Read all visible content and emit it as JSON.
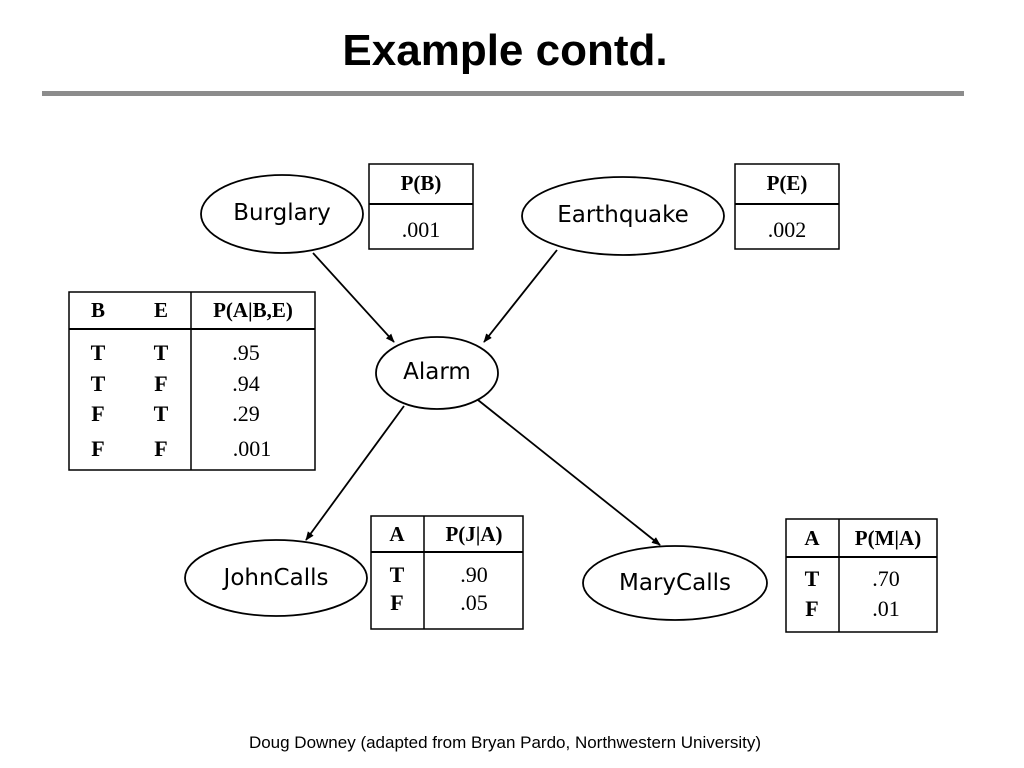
{
  "slide": {
    "title": "Example contd.",
    "footer": "Doug Downey (adapted from Bryan Pardo, Northwestern University)"
  },
  "nodes": {
    "burglary": "Burglary",
    "earthquake": "Earthquake",
    "alarm": "Alarm",
    "johncalls": "JohnCalls",
    "marycalls": "MaryCalls"
  },
  "cpt_burglary": {
    "header": "P(B)",
    "value": ".001"
  },
  "cpt_earthquake": {
    "header": "P(E)",
    "value": ".002"
  },
  "cpt_alarm": {
    "headers": [
      "B",
      "E",
      "P(A|B,E)"
    ],
    "rows": [
      [
        "T",
        "T",
        ".95"
      ],
      [
        "T",
        "F",
        ".94"
      ],
      [
        "F",
        "T",
        ".29"
      ],
      [
        "F",
        "F",
        ".001"
      ]
    ]
  },
  "cpt_john": {
    "headers": [
      "A",
      "P(J|A)"
    ],
    "rows": [
      [
        "T",
        ".90"
      ],
      [
        "F",
        ".05"
      ]
    ]
  },
  "cpt_mary": {
    "headers": [
      "A",
      "P(M|A)"
    ],
    "rows": [
      [
        "T",
        ".70"
      ],
      [
        "F",
        ".01"
      ]
    ]
  },
  "edges": [
    [
      "Burglary",
      "Alarm"
    ],
    [
      "Earthquake",
      "Alarm"
    ],
    [
      "Alarm",
      "JohnCalls"
    ],
    [
      "Alarm",
      "MaryCalls"
    ]
  ]
}
